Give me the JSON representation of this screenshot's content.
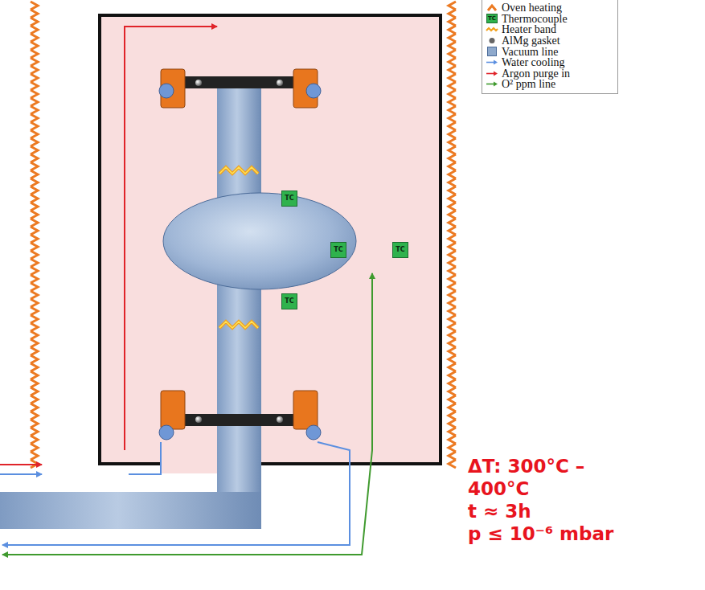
{
  "diagram": {
    "nodes": [
      {
        "text": [
          "TC"
        ]
      },
      {
        "text": [
          "TC"
        ]
      },
      {
        "text": [
          "TC"
        ]
      },
      {
        "text": [
          "TC"
        ]
      }
    ],
    "edges": [],
    "labels": [
      "TC",
      "ΔT: 300°C – 400°C",
      "t ≈ 3h",
      "p ≤ 10⁻⁶ mbar"
    ],
    "legend": [
      {
        "text": "Oven heating"
      },
      {
        "text": "Thermocouple"
      },
      {
        "text": "Heater band"
      },
      {
        "text": "AlMg gasket"
      },
      {
        "text": "Vacuum line",
        "color": "#8ea9cc"
      },
      {
        "text": "Water cooling"
      },
      {
        "text": "Argon purge in"
      },
      {
        "text": "O² ppm line"
      }
    ]
  }
}
